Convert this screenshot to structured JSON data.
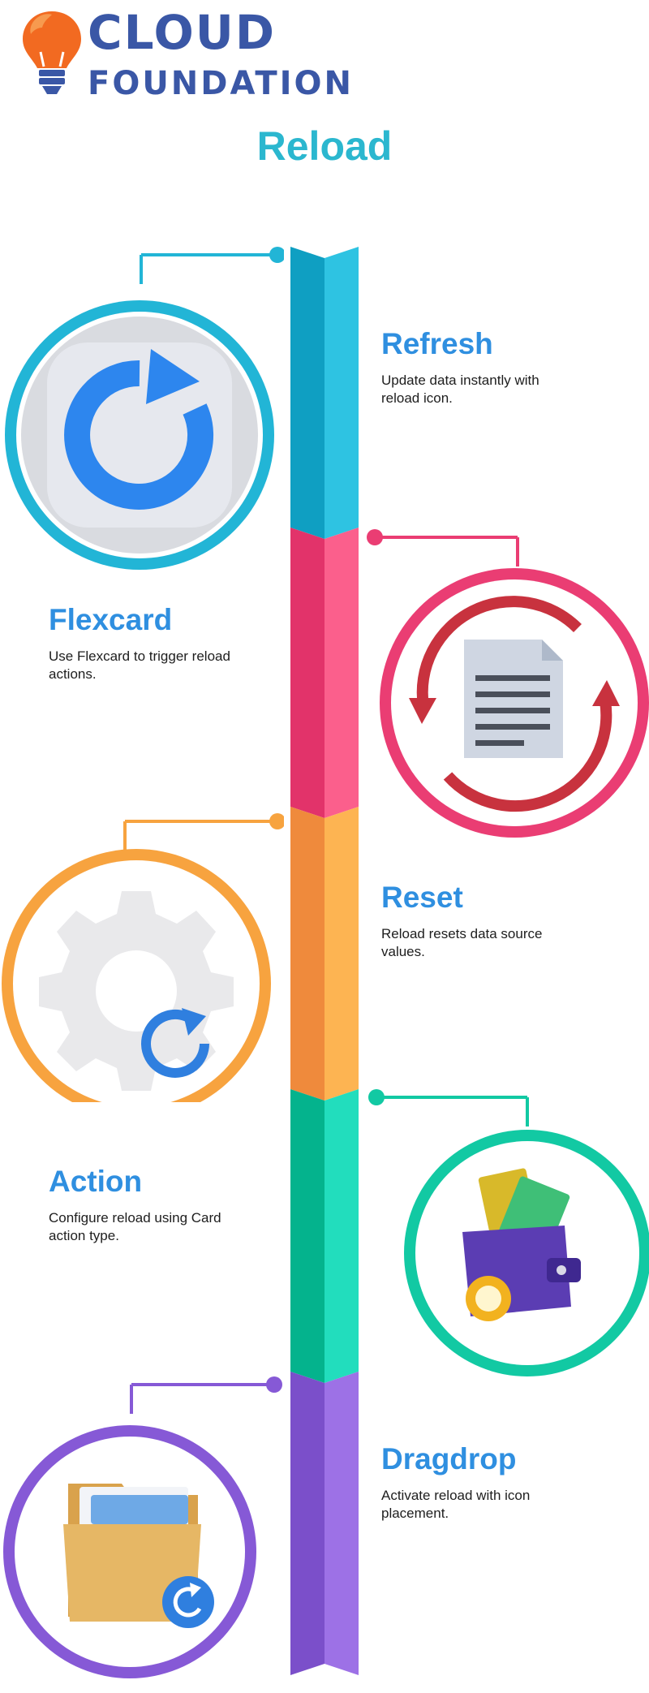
{
  "brand": {
    "line1": "CLOUD",
    "line2": "FOUNDATION"
  },
  "title": "Reload",
  "steps": [
    {
      "title": "Refresh",
      "description": "Update data instantly with reload icon.",
      "color": "#22b5d6"
    },
    {
      "title": "Flexcard",
      "description": "Use Flexcard to trigger reload actions.",
      "color": "#ea3d73"
    },
    {
      "title": "Reset",
      "description": "Reload resets data source values.",
      "color": "#f7a33f"
    },
    {
      "title": "Action",
      "description": "Configure reload using Card action type.",
      "color": "#12c9a3"
    },
    {
      "title": "Dragdrop",
      "description": "Activate reload with icon placement.",
      "color": "#8659d6"
    }
  ],
  "icons": [
    "reload-arrow-icon",
    "document-sync-icon",
    "gear-reload-icon",
    "wallet-icon",
    "folder-reload-icon"
  ]
}
